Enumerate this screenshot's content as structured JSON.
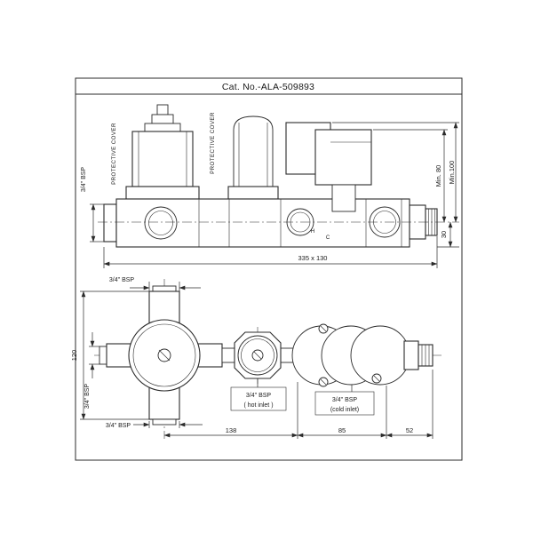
{
  "title": "Cat. No.-ALA-509893",
  "top_view": {
    "protective_cover_1": "PROTECTIVE COVER",
    "protective_cover_2": "PROTECTIVE COVER",
    "bsp_outlet": "3/4\" BSP",
    "min_80": "Min. 80",
    "min_100": "Min.100",
    "dim_30": "30",
    "dim_overall": "335 x 130",
    "hot_mark": "H",
    "cold_mark": "C"
  },
  "plan_view": {
    "bsp_top": "3/4\" BSP",
    "dim_height": "120",
    "bsp_left": "3/4\" BSP",
    "bsp_bottom": "3/4\" BSP",
    "hot_inlet_size": "3/4\" BSP",
    "hot_inlet_name": "( hot inlet )",
    "cold_inlet_size": "3/4\" BSP",
    "cold_inlet_name": "(cold inlet)",
    "dim_left": "138",
    "dim_mid": "85",
    "dim_right": "52"
  }
}
